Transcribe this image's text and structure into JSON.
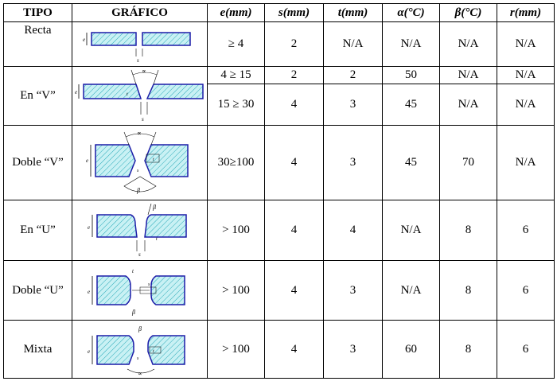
{
  "headers": {
    "tipo": "TIPO",
    "grafico": "GRÁFICO",
    "e": "e(mm)",
    "s": "s(mm)",
    "t": "t(mm)",
    "alpha": "α(°C)",
    "beta": "β(°C)",
    "r": "r(mm)"
  },
  "rows": {
    "recta": {
      "tipo": "Recta",
      "e": "≥ 4",
      "s": "2",
      "t": "N/A",
      "alpha": "N/A",
      "beta": "N/A",
      "r": "N/A"
    },
    "v1": {
      "tipo": "En “V”",
      "e": "4 ≥ 15",
      "s": "2",
      "t": "2",
      "alpha": "50",
      "beta": "N/A",
      "r": "N/A"
    },
    "v2": {
      "e": "15 ≥ 30",
      "s": "4",
      "t": "3",
      "alpha": "45",
      "beta": "N/A",
      "r": "N/A"
    },
    "doble_v": {
      "tipo": "Doble “V”",
      "e": "30≥100",
      "s": "4",
      "t": "3",
      "alpha": "45",
      "beta": "70",
      "r": "N/A"
    },
    "en_u": {
      "tipo": "En “U”",
      "e": "> 100",
      "s": "4",
      "t": "4",
      "alpha": "N/A",
      "beta": "8",
      "r": "6"
    },
    "doble_u": {
      "tipo": "Doble “U”",
      "e": "> 100",
      "s": "4",
      "t": "3",
      "alpha": "N/A",
      "beta": "8",
      "r": "6"
    },
    "mixta": {
      "tipo": "Mixta",
      "e": "> 100",
      "s": "4",
      "t": "3",
      "alpha": "60",
      "beta": "8",
      "r": "6"
    }
  },
  "diagram_labels": {
    "e": "e",
    "s": "s",
    "t": "t",
    "alpha": "∝",
    "beta": "β"
  },
  "colors": {
    "plate_fill": "#c9f1f4",
    "plate_edge": "#1c1ca8",
    "hatch": "#2aa9b8"
  }
}
